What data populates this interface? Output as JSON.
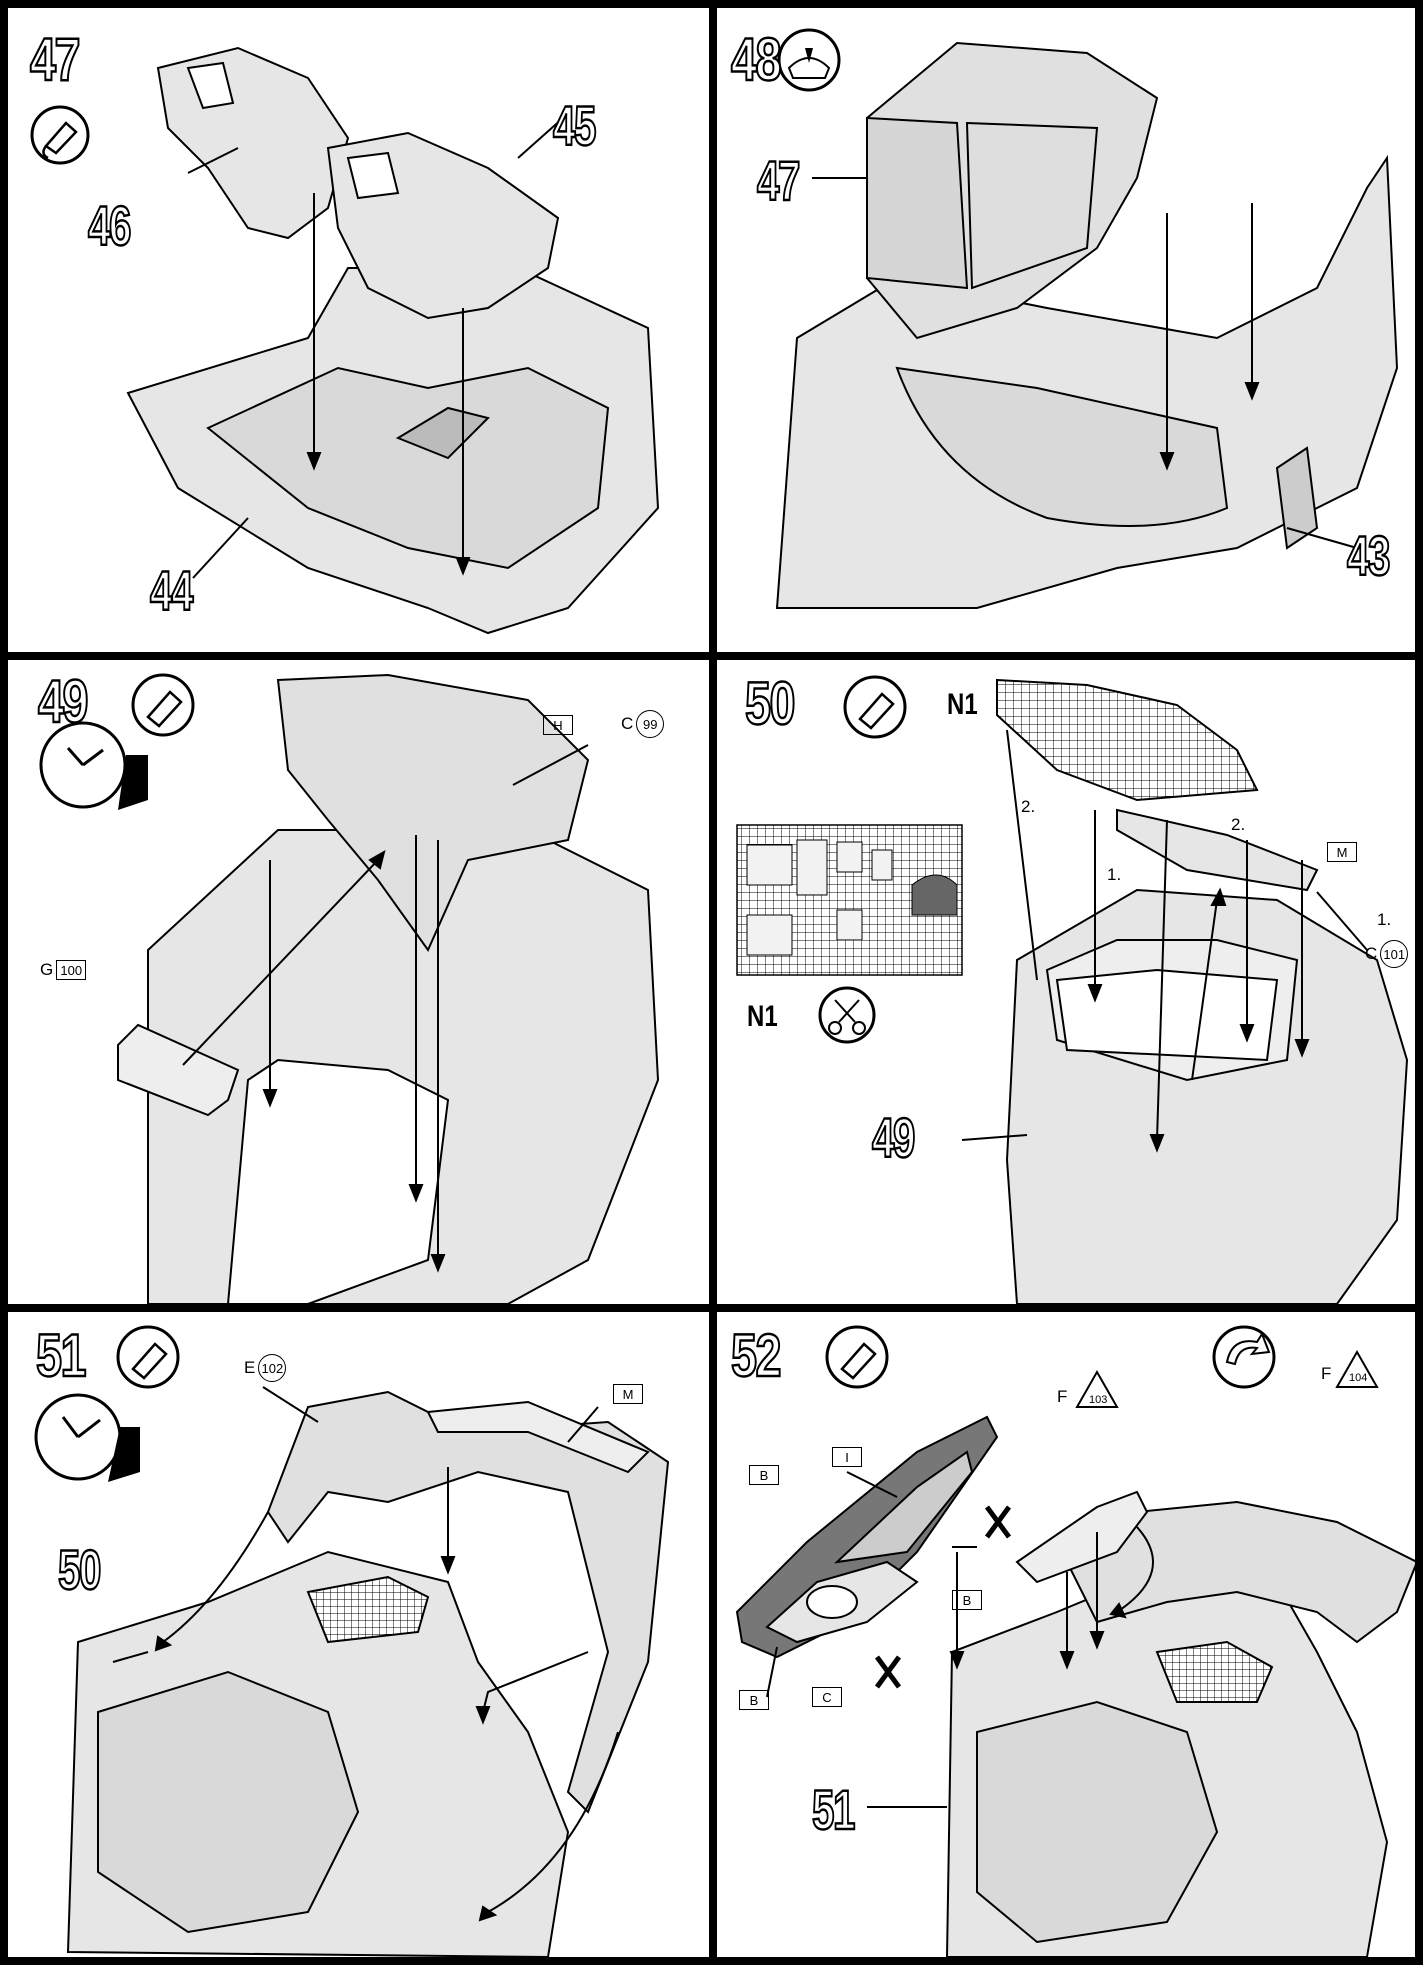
{
  "steps": [
    {
      "number": "47",
      "parts": [
        "46",
        "45",
        "44"
      ]
    },
    {
      "number": "48",
      "parts": [
        "47",
        "43"
      ]
    },
    {
      "number": "49",
      "labels": {
        "color_h": "H",
        "part_c": "C",
        "part_c_num": "99",
        "part_g": "G",
        "part_g_num": "100"
      }
    },
    {
      "number": "50",
      "labels": {
        "n1_top": "N1",
        "n1_cut": "N1",
        "color_m": "M",
        "part_c": "C",
        "part_c_num": "101",
        "part_ref": "49",
        "seq_1a": "1.",
        "seq_1b": "1.",
        "seq_2a": "2.",
        "seq_2b": "2."
      }
    },
    {
      "number": "51",
      "labels": {
        "part_e": "E",
        "part_e_num": "102",
        "color_m": "M",
        "part_ref": "50"
      }
    },
    {
      "number": "52",
      "labels": {
        "part_f1": "F",
        "part_f1_num": "103",
        "part_f2": "F",
        "part_f2_num": "104",
        "color_b1": "B",
        "color_i": "I",
        "color_b2": "B",
        "color_b3": "B",
        "color_c": "C",
        "part_ref": "51"
      }
    }
  ],
  "icons": {
    "glue": "glue-tube-icon",
    "clock": "drying-time-clock-icon",
    "scissors": "scissors-icon",
    "flip": "flip-over-icon",
    "decal": "water-decal-icon"
  }
}
